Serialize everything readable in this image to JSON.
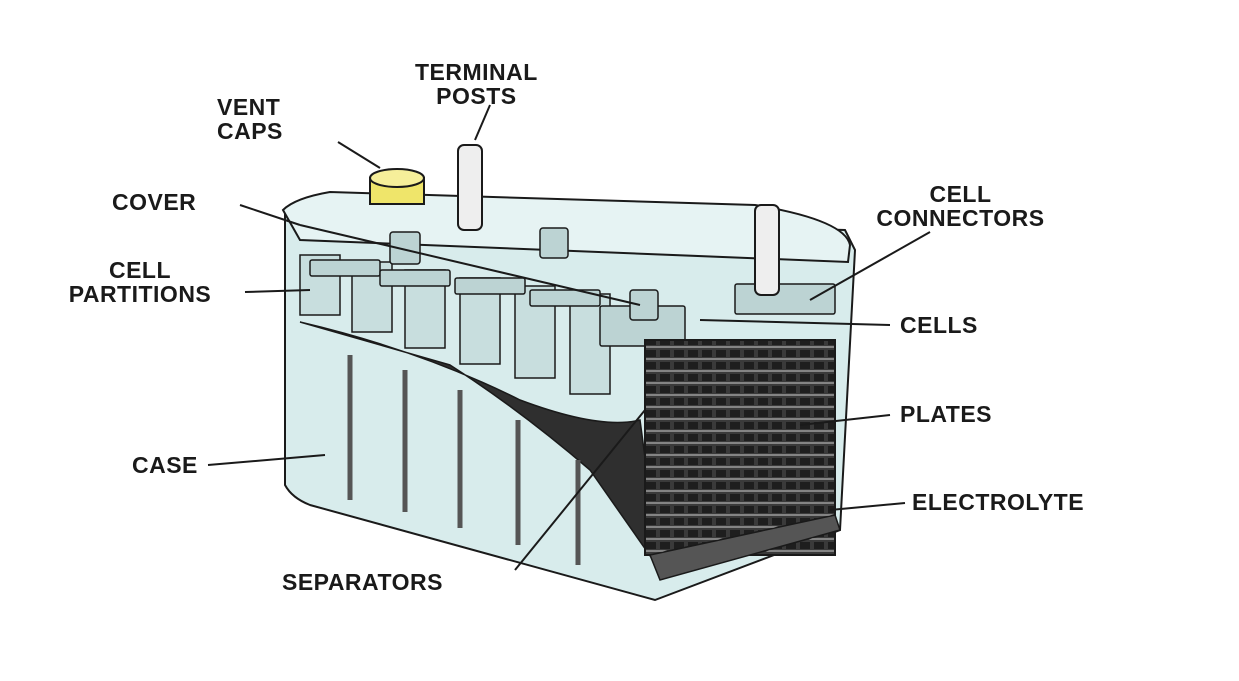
{
  "diagram": {
    "labels": {
      "terminal_posts": [
        "TERMINAL",
        "POSTS"
      ],
      "vent_caps": [
        "VENT",
        "CAPS"
      ],
      "cover": "COVER",
      "cell_partitions": [
        "CELL",
        "PARTITIONS"
      ],
      "cell_connectors": [
        "CELL",
        "CONNECTORS"
      ],
      "cells": "CELLS",
      "plates": "PLATES",
      "case": "CASE",
      "electrolyte": "ELECTROLYTE",
      "separators": "SEPARATORS"
    },
    "colors": {
      "case_fill": "#d8ecec",
      "plate_dark": "#2b2b2b",
      "vent_cap": "#efe56a",
      "line": "#1a1a1a"
    }
  }
}
